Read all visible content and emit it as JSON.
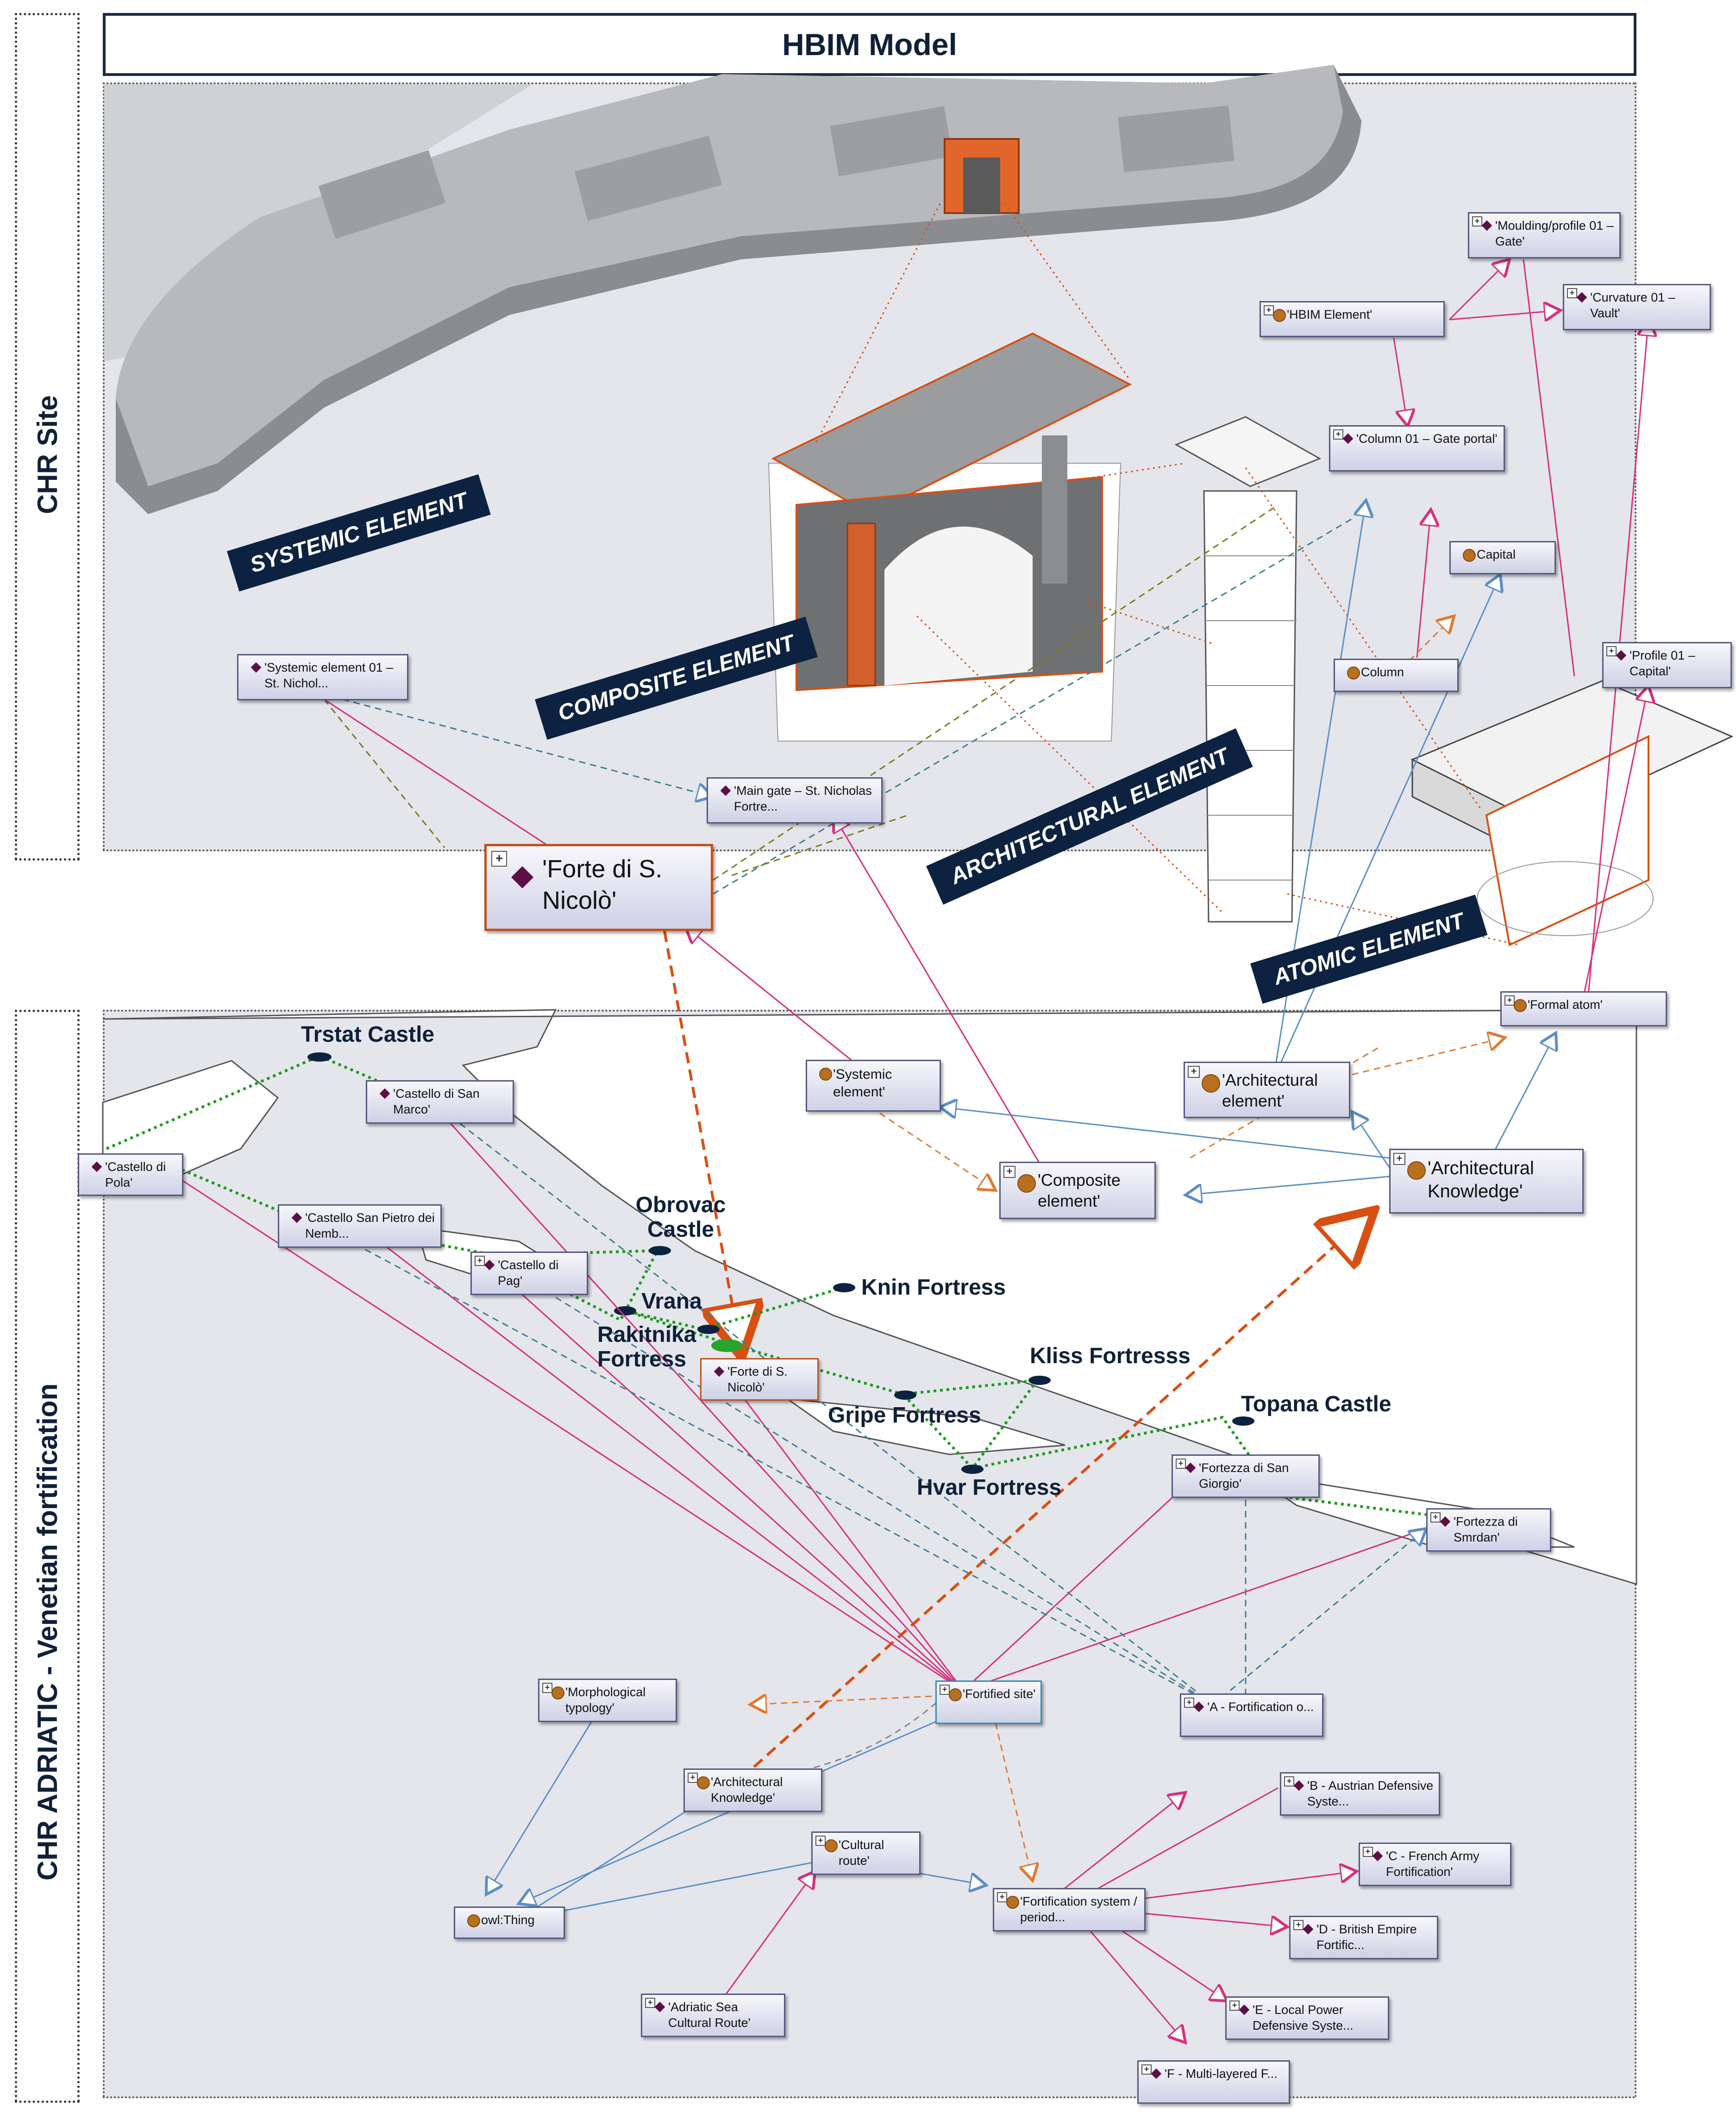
{
  "header": {
    "title": "HBIM Model"
  },
  "side_labels": {
    "site": "CHR Site",
    "adriatic": "CHR ADRIATIC - Venetian fortification"
  },
  "banners": {
    "systemic": "SYSTEMIC ELEMENT",
    "composite": "COMPOSITE ELEMENT",
    "architectural": "ARCHITECTURAL ELEMENT",
    "atomic": "ATOMIC ELEMENT"
  },
  "nodes_top": {
    "hbim_element": "'HBIM Element'",
    "moulding": "'Moulding/profile 01 – Gate'",
    "curvature": "'Curvature 01 – Vault'",
    "column_gate": "'Column 01 – Gate portal'",
    "capital": "Capital",
    "column": "Column",
    "profile_capital": "'Profile 01 – Capital'",
    "systemic_nichol": "'Systemic element 01 – St. Nichol...",
    "main_gate": "'Main gate – St. Nicholas Fortre...",
    "forte": "'Forte di S. Nicolò'",
    "formal_atom": "'Formal atom'",
    "architectural_element": "'Architectural element'",
    "systemic_element": "'Systemic element'",
    "composite_element": "'Composite element'",
    "architectural_knowledge": "'Architectural Knowledge'"
  },
  "nodes_map": {
    "castello_san_marco": "'Castello di San Marco'",
    "castello_pola": "'Castello di Pola'",
    "castello_san_pietro": "'Castello San Pietro dei Nemb...",
    "castello_pag": "'Castello di Pag'",
    "forte_small": "'Forte di S. Nicolò'",
    "fortezza_san_giorgio": "'Fortezza di San Giorgio'",
    "fortezza_smrdan": "'Fortezza di Smrdan'"
  },
  "places": {
    "trstat": "Trstat Castle",
    "obrovac": "Obrovac Castle",
    "vrana": "Vrana",
    "rakitnika": "Rakitnika Fortress",
    "knin": "Knin Fortress",
    "kliss": "Kliss Fortresss",
    "gripe": "Gripe Fortress",
    "topana": "Topana Castle",
    "hvar": "Hvar Fortress"
  },
  "nodes_bottom": {
    "morphological": "'Morphological typology'",
    "fortified_site": "'Fortified site'",
    "a_fortification": "'A - Fortification o...",
    "architectural_knowledge": "'Architectural Knowledge'",
    "b_austrian": "'B - Austrian Defensive Syste...",
    "cultural_route": "'Cultural route'",
    "c_french": "'C - French Army Fortification'",
    "owl_thing": "owl:Thing",
    "fortification_system": "'Fortification system / period...",
    "d_british": "'D - British Empire Fortific...",
    "adriatic_route": "'Adriatic Sea Cultural Route'",
    "e_local": "'E - Local Power Defensive Syste...",
    "f_multi": "'F - Multi-layered F..."
  },
  "colors": {
    "navy": "#0d2240",
    "magenta": "#d6307e",
    "blue": "#5b8fc6",
    "orange": "#e07a33",
    "green": "#1f9a1f",
    "olive": "#7c7a1e",
    "teal": "#3f7f92",
    "accent": "#c0511d"
  }
}
